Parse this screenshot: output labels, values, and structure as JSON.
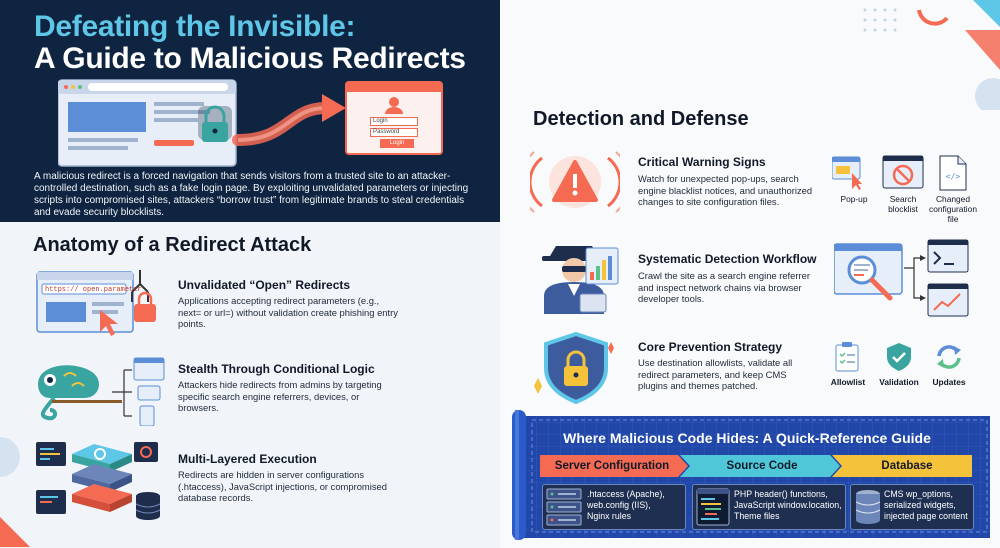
{
  "hero": {
    "title_line1": "Defeating the Invisible:",
    "title_line2": "A Guide to Malicious Redirects",
    "description": "A malicious redirect is a forced navigation that sends visitors from a trusted site to an attacker-controlled destination, such as a fake login page. By exploiting unvalidated parameters or injecting scripts into compromised sites, attackers “borrow trust” from legitimate brands to steal credentials and evade security blocklists.",
    "login_form": {
      "login": "Login",
      "password": "Password",
      "button": "Login"
    }
  },
  "anatomy": {
    "title": "Anatomy of a Redirect Attack",
    "url_text": "https:// open.parameter",
    "items": [
      {
        "title": "Unvalidated “Open” Redirects",
        "desc": "Applications accepting redirect parameters (e.g., next= or url=) without validation create phishing entry points."
      },
      {
        "title": "Stealth Through Conditional Logic",
        "desc": "Attackers hide redirects from admins by targeting specific search engine referrers, devices, or browsers."
      },
      {
        "title": "Multi-Layered Execution",
        "desc": "Redirects are hidden in server configurations (.htaccess), JavaScript injections, or compromised database records."
      }
    ]
  },
  "detection": {
    "title": "Detection and Defense",
    "items": [
      {
        "title": "Critical Warning Signs",
        "desc": "Watch for unexpected pop-ups, search engine blacklist notices, and unauthorized changes to site configuration files."
      },
      {
        "title": "Systematic Detection Workflow",
        "desc": "Crawl the site as a search engine referrer and inspect network chains via browser developer tools."
      },
      {
        "title": "Core Prevention Strategy",
        "desc": "Use destination allowlists, validate all redirect parameters, and keep CMS plugins and themes patched."
      }
    ],
    "warning_icons": [
      {
        "label": "Pop-up"
      },
      {
        "label_line1": "Search",
        "label_line2": "blocklist"
      },
      {
        "label_line1": "Changed",
        "label_line2": "configuration",
        "label_line3": "file"
      }
    ],
    "prevention_icons": [
      {
        "label": "Allowlist"
      },
      {
        "label": "Validation"
      },
      {
        "label": "Updates"
      }
    ]
  },
  "quick_ref": {
    "title": "Where Malicious Code Hides: A Quick-Reference Guide",
    "tabs": [
      {
        "label": "Server Configuration",
        "color": "#f46a53"
      },
      {
        "label": "Source Code",
        "color": "#4fc7d9"
      },
      {
        "label": "Database",
        "color": "#f5c33b"
      }
    ],
    "cards": [
      {
        "line1": ".htaccess (Apache),",
        "line2": "web.config (IIS),",
        "line3": "Nginx rules"
      },
      {
        "line1": "PHP header() functions,",
        "line2": "JavaScript window.location,",
        "line3": "Theme files"
      },
      {
        "line1": "CMS wp_options,",
        "line2": "serialized widgets,",
        "line3": "injected page content"
      }
    ]
  },
  "colors": {
    "navy": "#0f2440",
    "accent_cyan": "#5ec6e6",
    "accent_coral": "#f46a53",
    "accent_yellow": "#f5c33b",
    "teal": "#3aa5a0"
  }
}
